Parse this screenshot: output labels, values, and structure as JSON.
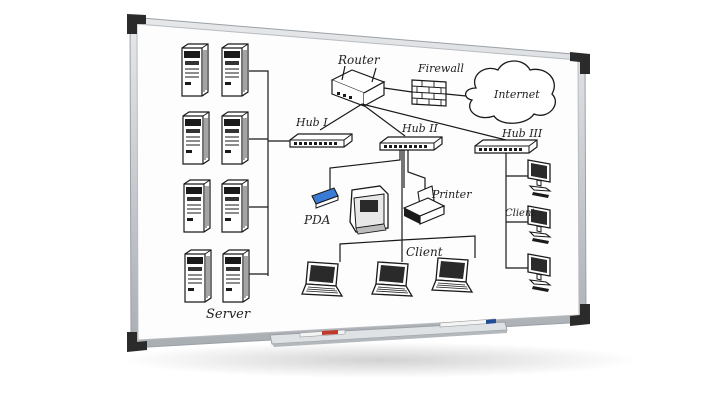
{
  "diagram": {
    "labels": {
      "server": "Server",
      "router": "Router",
      "firewall": "Firewall",
      "internet": "Internet",
      "hub1": "Hub I",
      "hub2": "Hub II",
      "hub3": "Hub III",
      "pda": "PDA",
      "printer": "Printer",
      "client_center": "Client",
      "client_right": "Client"
    },
    "colors": {
      "ink": "#1a1a1a",
      "board_frame": "#c8ccd0",
      "corner_caps": "#2b2b2b",
      "pen_red": "#c0392b",
      "pen_blue": "#1f4e99",
      "pda_screen": "#3a7bd5"
    },
    "icons": [
      "server-tower-icon",
      "router-icon",
      "firewall-brick-icon",
      "cloud-icon",
      "hub-icon",
      "pda-icon",
      "printer-icon",
      "laptop-icon",
      "desktop-monitor-icon",
      "marker-pen-icon"
    ]
  }
}
